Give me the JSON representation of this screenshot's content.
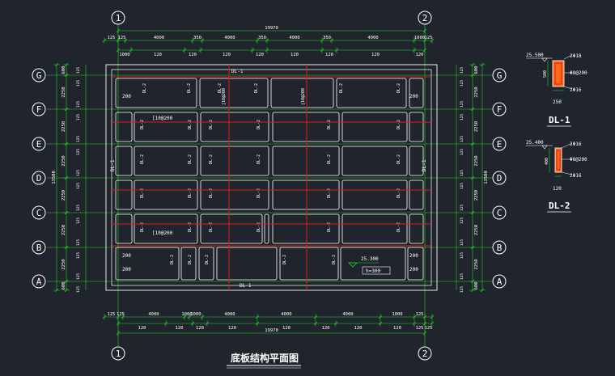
{
  "drawing": {
    "title": "底板结构平面图",
    "colors": {
      "background": "#20242c",
      "dimension": "#21d321",
      "beam_outline": "#ffffff",
      "beam_fill": "#ff6a1a",
      "hidden_line": "#e01b1b",
      "text": "#ffffff",
      "elevation_text": "#ffffff"
    },
    "grid": {
      "columns": [
        "1",
        "2"
      ],
      "rows": [
        "G",
        "F",
        "E",
        "D",
        "C",
        "B",
        "A"
      ]
    },
    "top_dims": {
      "overall": "19970",
      "chain_top": [
        "125",
        "125",
        "4000",
        "350",
        "4000",
        "350",
        "4000",
        "350",
        "4000",
        "1000",
        "125"
      ],
      "chain_bottom": [
        "1000",
        "120",
        "120",
        "120",
        "120",
        "120",
        "120",
        "120",
        "120"
      ]
    },
    "bottom_dims": {
      "overall": "19970",
      "chain_top": [
        "125",
        "125",
        "4000",
        "1000",
        "1000",
        "4000",
        "4000",
        "4000",
        "1000",
        "125"
      ],
      "chain_bottom": [
        "120",
        "120",
        "120",
        "120",
        "120",
        "120",
        "120",
        "120",
        "125",
        "125"
      ]
    },
    "left_dims": {
      "overall": "13500",
      "spans": [
        "600",
        "2250",
        "2250",
        "2250",
        "2250",
        "2250",
        "2250",
        "600"
      ],
      "small": [
        "125",
        "125",
        "125",
        "125",
        "125",
        "125",
        "125",
        "125",
        "125",
        "125",
        "125",
        "125",
        "125",
        "125"
      ]
    },
    "right_dims": {
      "overall": "13500",
      "spans": [
        "600",
        "2250",
        "2250",
        "2250",
        "2250",
        "2250",
        "2250",
        "600"
      ],
      "small": [
        "125",
        "125",
        "125",
        "125",
        "125",
        "125",
        "125",
        "125",
        "125",
        "125",
        "125",
        "125",
        "125",
        "125"
      ]
    },
    "plan_labels": {
      "dl1": "DL-1",
      "dl2": "DL-2",
      "rebar": "[10@200",
      "d200": "200",
      "elevation": "25.300",
      "thickness": "h=300"
    },
    "sections": [
      {
        "name": "DL-1",
        "elevation": "25.500",
        "height": "500",
        "width": "250",
        "top_bars": "2Φ18",
        "stirrup": "Φ8@200",
        "bottom_bars": "2Φ16"
      },
      {
        "name": "DL-2",
        "elevation": "25.400",
        "height": "400",
        "width": "120",
        "top_bars": "2Φ16",
        "stirrup": "Φ8@200",
        "bottom_bars": "2Φ16"
      }
    ]
  }
}
